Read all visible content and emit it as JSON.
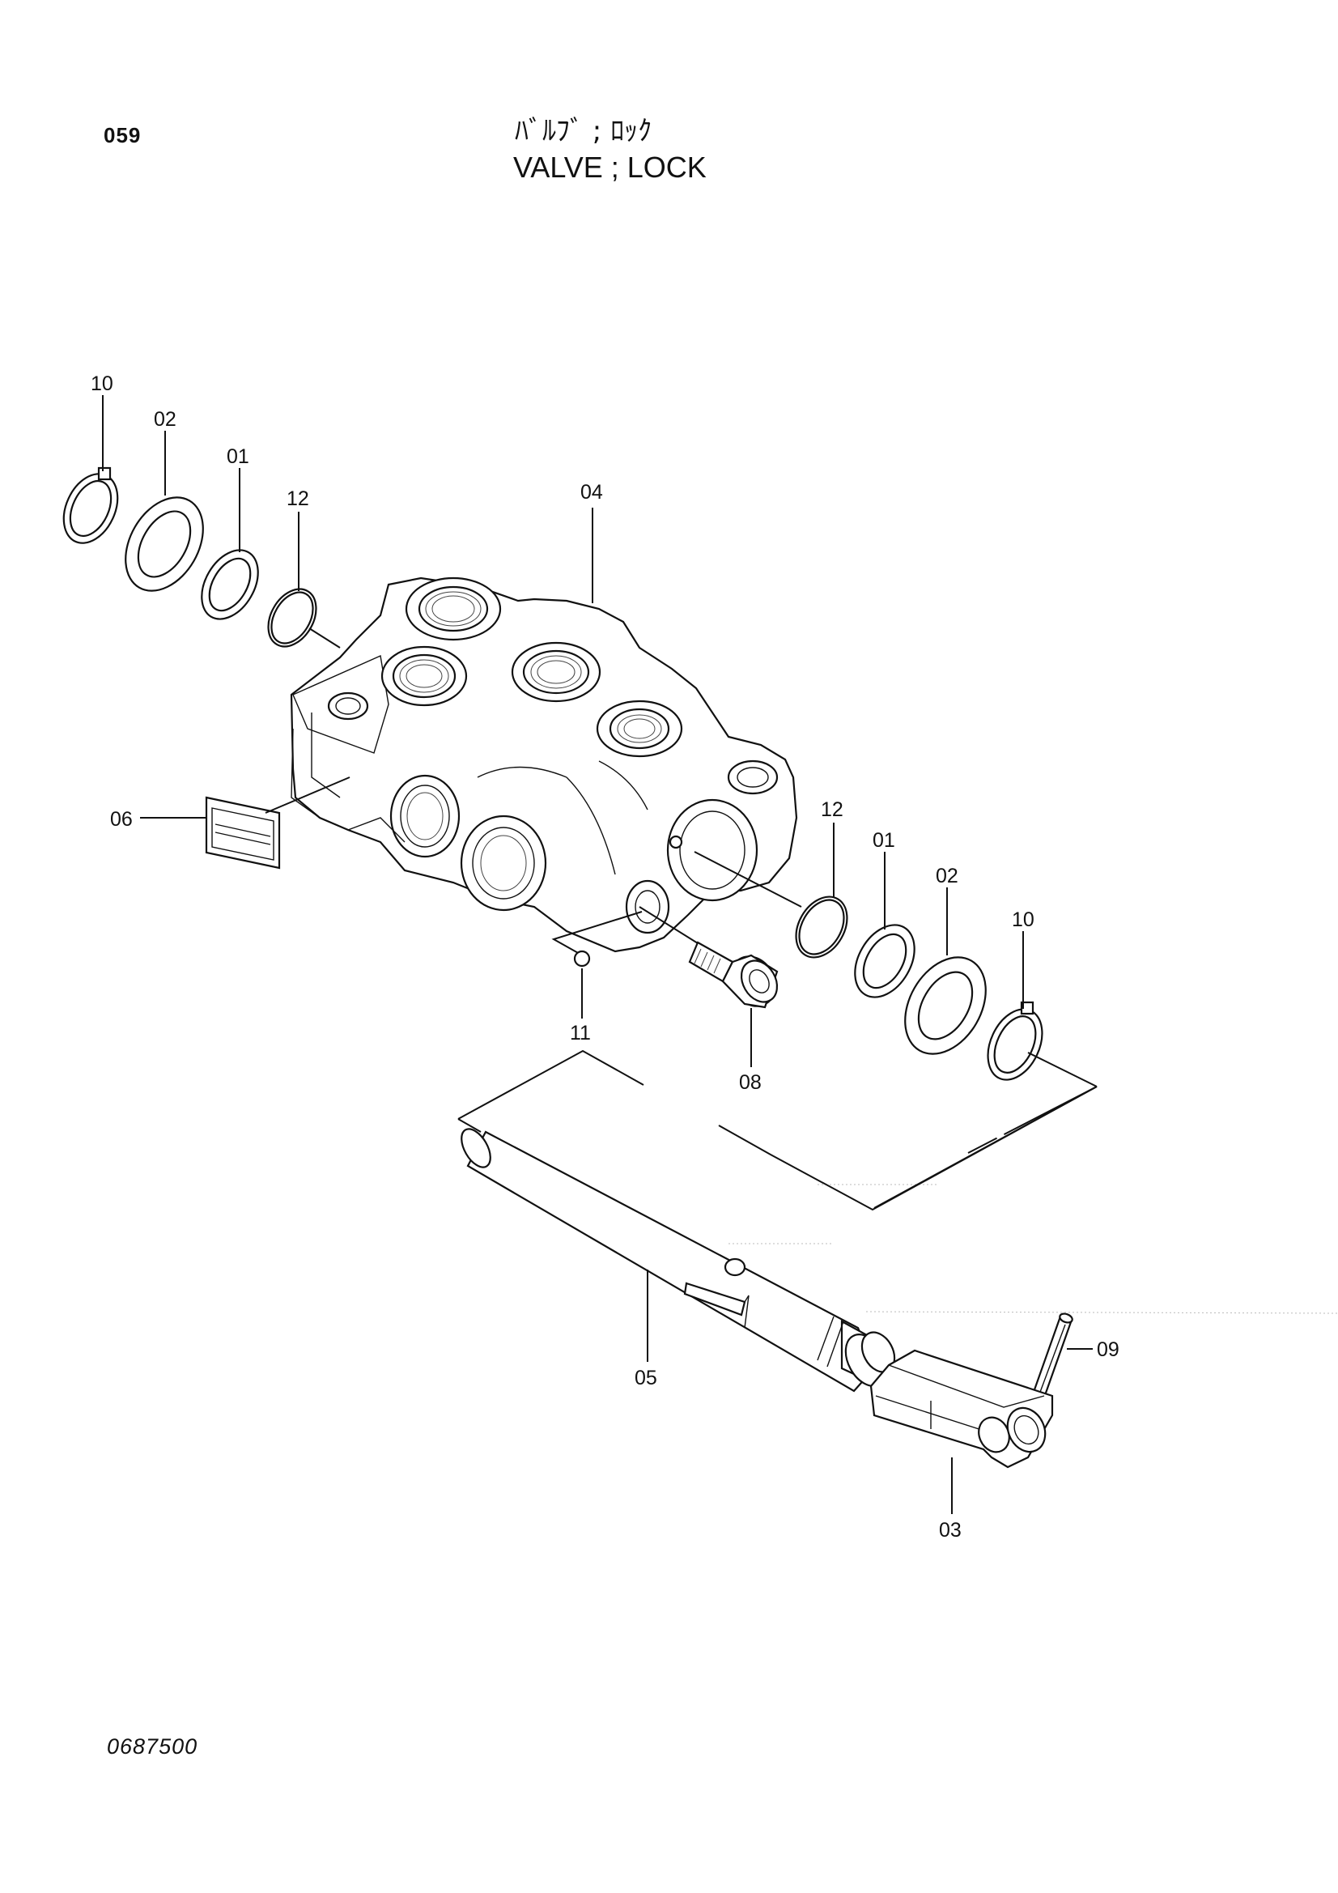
{
  "header": {
    "page_number": "059",
    "title_jp": "ﾊﾞﾙﾌﾞ ; ﾛｯｸ",
    "title_en": "VALVE ; LOCK"
  },
  "footer": {
    "drawing_code": "0687500"
  },
  "part_labels": {
    "ring_left": "10",
    "washer_left": "02",
    "seal_left": "01",
    "oring_left": "12",
    "valve_body": "04",
    "nameplate": "06",
    "oring_right": "12",
    "seal_right": "01",
    "washer_right": "02",
    "ring_right": "10",
    "ball": "11",
    "plug": "08",
    "spool": "05",
    "pin": "09",
    "lever": "03"
  }
}
